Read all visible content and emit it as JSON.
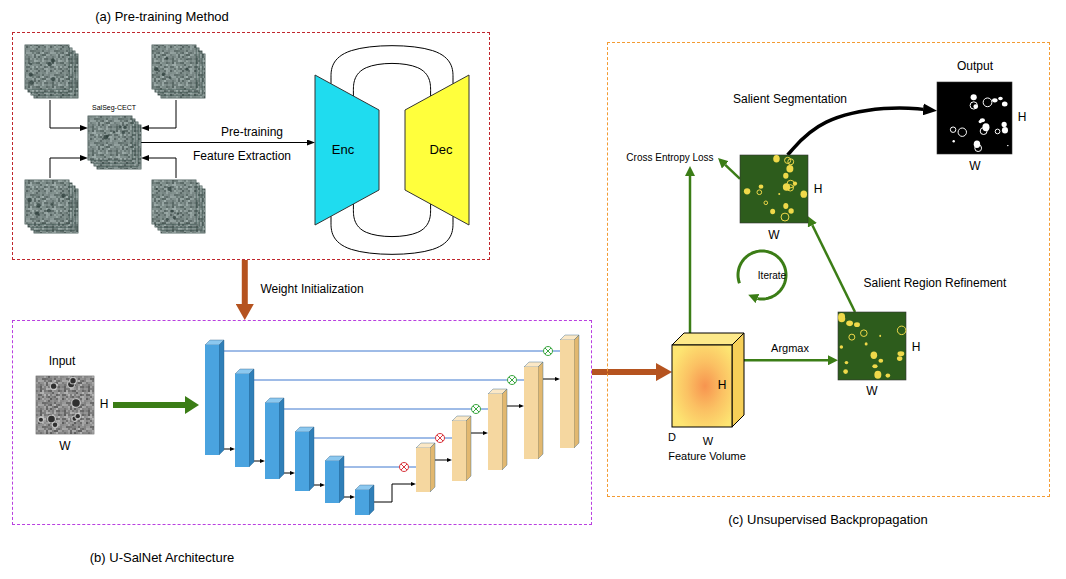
{
  "diagram": {
    "nodes": [
      {
        "text": [
          "(a) Pre-training Method"
        ]
      },
      {
        "text": [
          "SalSeg-CECT"
        ],
        "in": 0
      },
      {
        "text": [
          "Enc"
        ],
        "in": 0
      },
      {
        "text": [
          "Dec"
        ],
        "in": 0
      },
      {
        "text": [
          "(b) U-SalNet Architecture"
        ]
      },
      {
        "text": [
          "Input",
          "H",
          "W"
        ],
        "in": 4
      },
      {
        "text": [
          "(c) Unsupervised Backpropagation"
        ]
      },
      {
        "text": [
          "Output",
          "H",
          "W"
        ],
        "in": 6
      },
      {
        "text": [
          "H",
          "W"
        ],
        "in": 6
      },
      {
        "text": [
          "Cross Entropy Loss"
        ],
        "in": 6
      },
      {
        "text": [
          "H",
          "D",
          "W",
          "Feature Volume"
        ],
        "in": 6
      },
      {
        "text": [
          "H",
          "W"
        ],
        "in": 6
      }
    ],
    "edges": [
      {
        "from": 1,
        "to": 2,
        "arrow": "to"
      },
      {
        "from": 2,
        "to": 3,
        "arrow": "none"
      },
      {
        "from": 2,
        "to": 3,
        "arrow": "none"
      },
      {
        "from": 2,
        "to": 3,
        "arrow": "none"
      },
      {
        "from": 2,
        "to": 3,
        "arrow": "none"
      },
      {
        "from": 0,
        "to": 4,
        "label": "Weight Initialization",
        "arrow": "to"
      },
      {
        "from": 4,
        "to": 10,
        "arrow": "to"
      },
      {
        "from": 8,
        "to": 9,
        "arrow": "to"
      },
      {
        "from": 10,
        "to": 9,
        "arrow": "to"
      },
      {
        "from": 10,
        "to": 11,
        "label": "Argmax",
        "arrow": "to"
      },
      {
        "from": 11,
        "to": 8,
        "label": "Salient Region Refinement",
        "arrow": "to"
      },
      {
        "from": 8,
        "to": 7,
        "label": "Salient Segmentation",
        "arrow": "to"
      }
    ],
    "labels": [
      "Pre-training",
      "Feature Extraction",
      "Iterate"
    ]
  }
}
